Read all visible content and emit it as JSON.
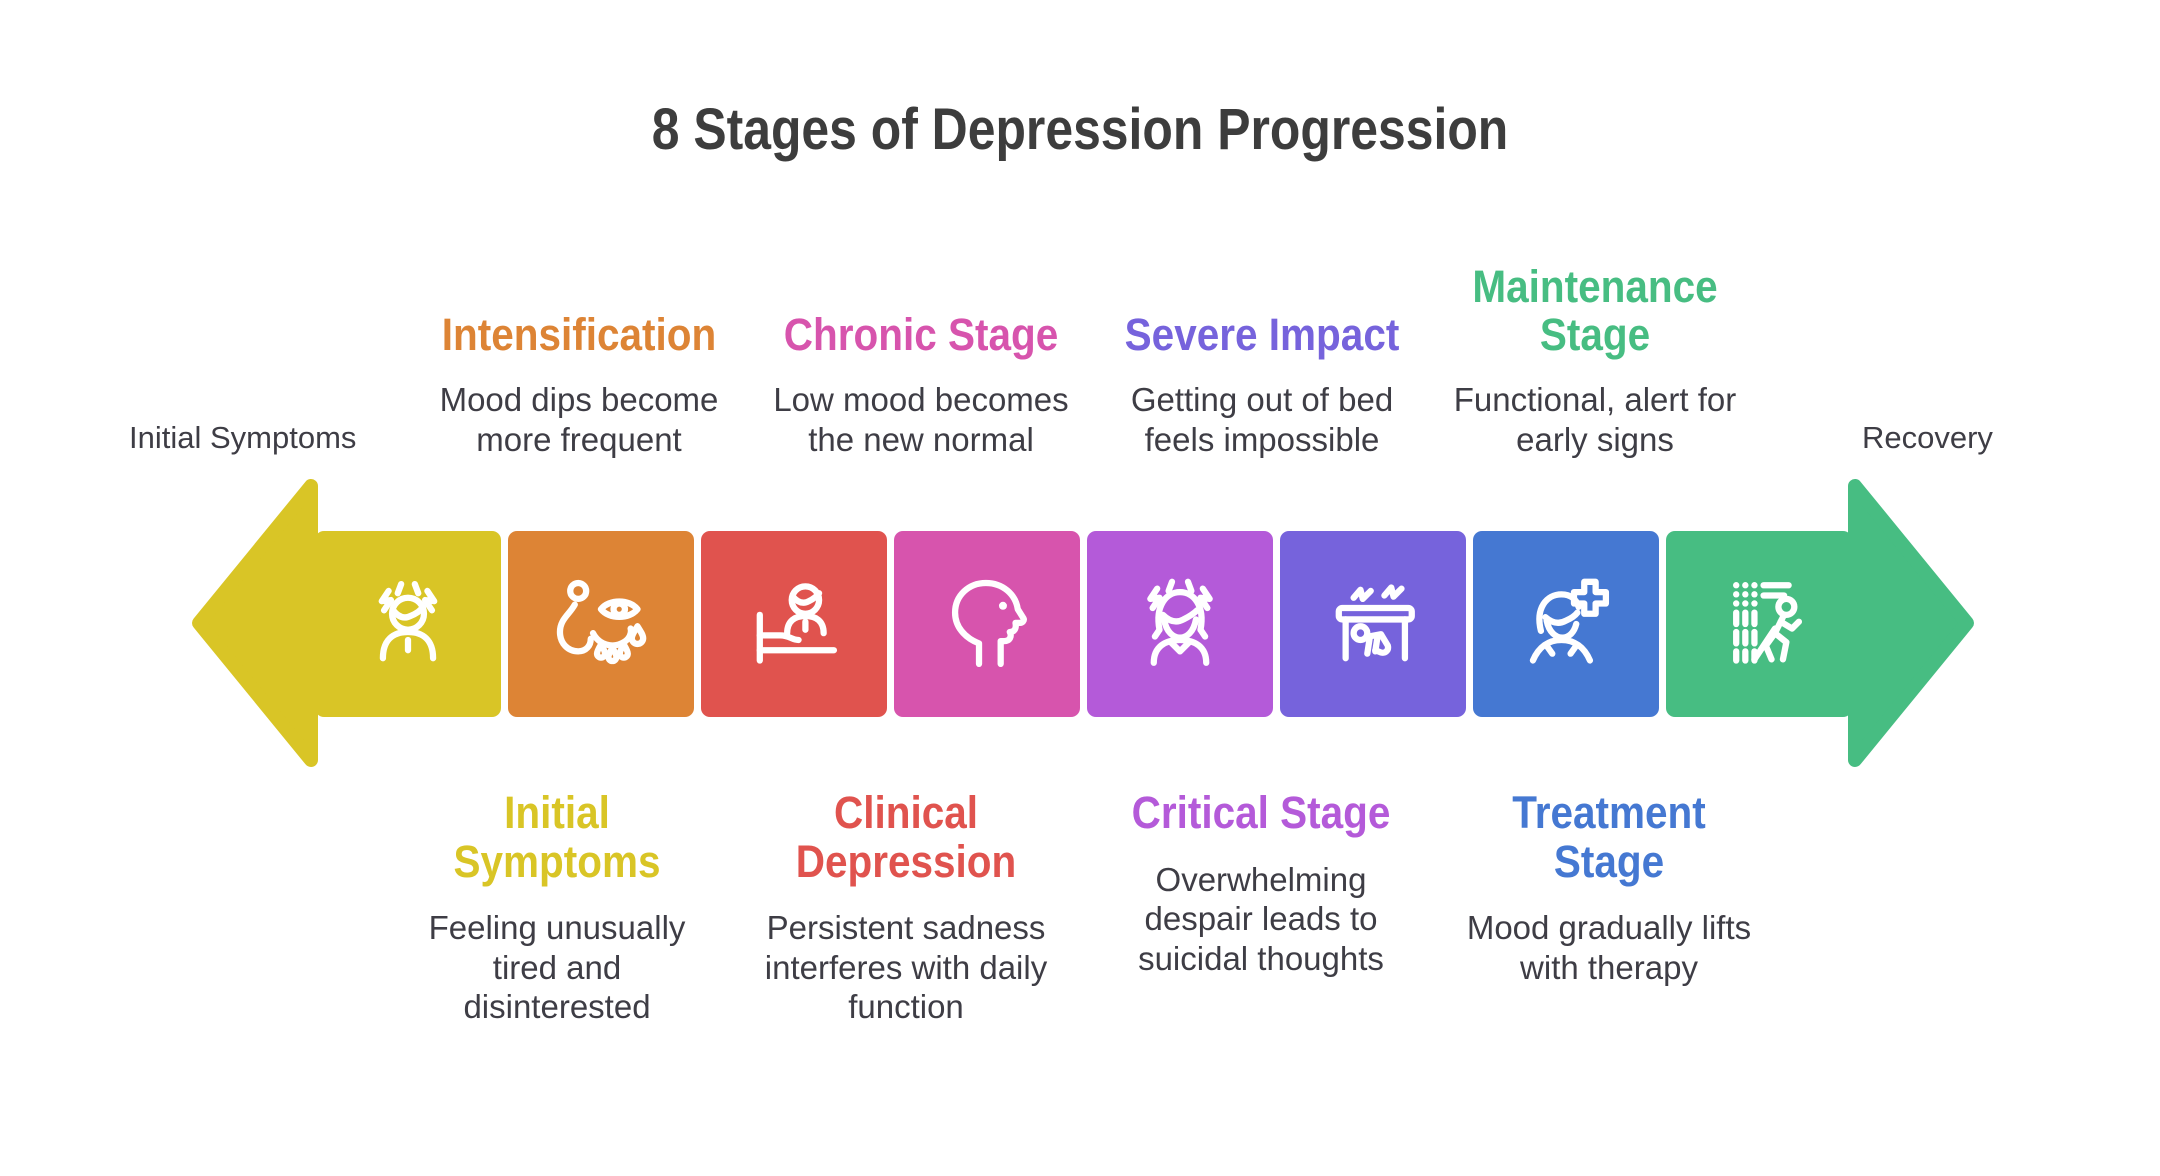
{
  "title": "8 Stages of Depression Progression",
  "endpoints": {
    "left_label": "Initial Symptoms",
    "right_label": "Recovery"
  },
  "colors": {
    "background": "#ffffff",
    "title_text": "#3d3d3d",
    "body_text": "#3e3d45",
    "icon_stroke": "#ffffff"
  },
  "stages": [
    {
      "label": "Initial Symptoms",
      "description": "Feeling unusually tired and disinterested",
      "color": "#d9c526",
      "label_position": "bottom",
      "icon": "stressed-person-icon"
    },
    {
      "label": "Intensification",
      "description": "Mood dips become more frequent",
      "color": "#dd8435",
      "label_position": "top",
      "icon": "crying-eye-icon"
    },
    {
      "label": "Clinical Depression",
      "description": "Persistent sadness interferes with daily function",
      "color": "#e0534e",
      "label_position": "bottom",
      "icon": "person-in-bed-icon"
    },
    {
      "label": "Chronic Stage",
      "description": "Low mood becomes the new normal",
      "color": "#d754ad",
      "label_position": "top",
      "icon": "sad-face-profile-icon"
    },
    {
      "label": "Critical Stage",
      "description": "Overwhelming despair leads to suicidal thoughts",
      "color": "#b45ad9",
      "label_position": "bottom",
      "icon": "stressed-woman-icon"
    },
    {
      "label": "Severe Impact",
      "description": "Getting out of bed feels impossible",
      "color": "#7663dc",
      "label_position": "top",
      "icon": "hiding-under-table-icon"
    },
    {
      "label": "Treatment Stage",
      "description": "Mood gradually lifts with therapy",
      "color": "#4578d2",
      "label_position": "bottom",
      "icon": "woman-with-medical-cross-icon"
    },
    {
      "label": "Maintenance Stage",
      "description": "Functional, alert for early signs",
      "color": "#47bd82",
      "label_position": "top",
      "icon": "walking-forward-icon"
    }
  ]
}
